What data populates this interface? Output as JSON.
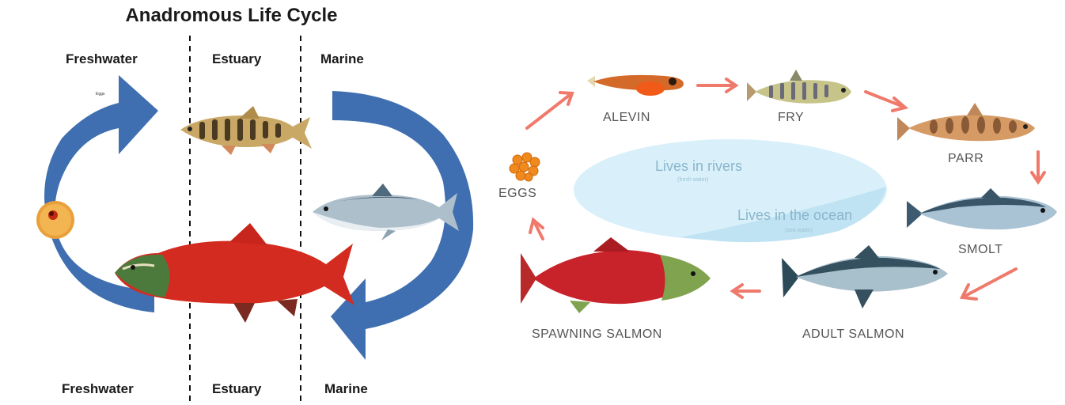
{
  "left": {
    "title": "Anadromous Life Cycle",
    "top_zones": [
      "Freshwater",
      "Estuary",
      "Marine"
    ],
    "bottom_zones": [
      "Freshwater",
      "Estuary",
      "Marine"
    ],
    "arrow_label": "Eggs",
    "colors": {
      "arrow": "#3f6fb0",
      "divider": "#111111"
    }
  },
  "right": {
    "stages": {
      "alevin": "ALEVIN",
      "fry": "FRY",
      "parr": "PARR",
      "smolt": "SMOLT",
      "adult": "ADULT SALMON",
      "spawning": "SPAWNING SALMON",
      "eggs": "EGGS"
    },
    "habitat": {
      "rivers": "Lives in rivers",
      "rivers_sub": "(fresh water)",
      "ocean": "Lives in the ocean",
      "ocean_sub": "(sea water)"
    },
    "colors": {
      "arrow": "#ef7a6c",
      "ellipse": "#d9f0fa",
      "ocean": "#bfe3f2"
    }
  }
}
